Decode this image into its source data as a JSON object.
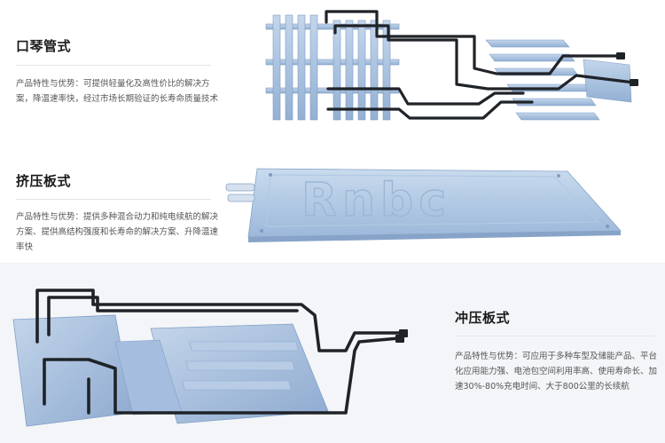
{
  "sections": [
    {
      "title": "口琴管式",
      "description": "产品特性与优势：可提供轻量化及高性价比的解决方案，降温速率快，经过市场长期验证的长寿命质量技术"
    },
    {
      "title": "挤压板式",
      "description": "产品特性与优势：提供多种混合动力和纯电续航的解决方案、提供高结构强度和长寿命的解决方案、升降温速率快"
    },
    {
      "title": "冲压板式",
      "description": "产品特性与优势：可应用于多种车型及储能产品、平台化应用能力强、电池包空间利用率高、使用寿命长、加速30%-80%充电时间、大于800公里的长续航"
    }
  ],
  "illustrations": {
    "extruded_plate_emboss": "Rnbc"
  },
  "colors": {
    "plate_blue": "#a9c4e2",
    "pipe_dark": "#1f2328",
    "band_gray": "#f3f5f8"
  }
}
